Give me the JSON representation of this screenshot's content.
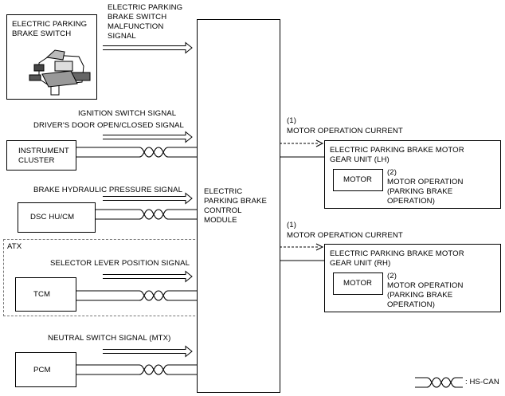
{
  "inputs": {
    "switch_box": "ELECTRIC PARKING\nBRAKE SWITCH",
    "switch_signal": "ELECTRIC PARKING\nBRAKE SWITCH\nMALFUNCTION\nSIGNAL",
    "ignition_signal": "IGNITION SWITCH SIGNAL",
    "door_signal": "DRIVER'S DOOR OPEN/CLOSED SIGNAL",
    "instrument_cluster": "INSTRUMENT\nCLUSTER",
    "brake_pressure_signal": "BRAKE HYDRAULIC PRESSURE SIGNAL",
    "dsc": "DSC HU/CM",
    "atx_label": "ATX",
    "selector_signal": "SELECTOR LEVER POSITION SIGNAL",
    "tcm": "TCM",
    "neutral_signal": "NEUTRAL SWITCH SIGNAL (MTX)",
    "pcm": "PCM"
  },
  "module": {
    "label": "ELECTRIC\nPARKING BRAKE\nCONTROL\nMODULE"
  },
  "outputs": {
    "lh": {
      "num1": "(1)",
      "current": "MOTOR OPERATION CURRENT",
      "unit": "ELECTRIC PARKING BRAKE MOTOR\nGEAR UNIT (LH)",
      "motor": "MOTOR",
      "num2": "(2)",
      "operation": "MOTOR OPERATION\n(PARKING BRAKE\nOPERATION)"
    },
    "rh": {
      "num1": "(1)",
      "current": "MOTOR OPERATION CURRENT",
      "unit": "ELECTRIC PARKING BRAKE MOTOR\nGEAR UNIT (RH)",
      "motor": "MOTOR",
      "num2": "(2)",
      "operation": "MOTOR OPERATION\n(PARKING BRAKE\nOPERATION)"
    }
  },
  "legend": {
    "hs_can": ": HS-CAN"
  },
  "icons": {
    "switch_picture": "parking-brake-switch-illustration",
    "can_symbol": "twisted-pair-icon"
  }
}
